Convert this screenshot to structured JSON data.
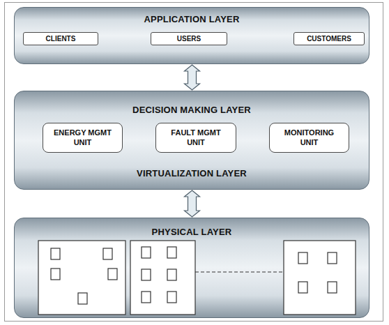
{
  "diagram": {
    "nodes": [
      {
        "text": [
          "APPLICATION LAYER"
        ]
      },
      {
        "text": [
          "CLIENTS"
        ],
        "in": 0
      },
      {
        "text": [
          "USERS"
        ],
        "in": 0
      },
      {
        "text": [
          "CUSTOMERS"
        ],
        "in": 0
      },
      {
        "text": [
          "DECISION MAKING LAYER",
          "VIRTUALIZATION LAYER"
        ]
      },
      {
        "text": [
          "ENERGY MGMT UNIT"
        ],
        "in": 4
      },
      {
        "text": [
          "FAULT MGMT UNIT"
        ],
        "in": 4
      },
      {
        "text": [
          "MONITORING UNIT"
        ],
        "in": 4
      },
      {
        "text": [
          "PHYSICAL LAYER"
        ]
      }
    ],
    "edges": [
      {
        "from": 0,
        "to": 4,
        "arrow": "both"
      },
      {
        "from": 4,
        "to": 8,
        "arrow": "both"
      }
    ]
  }
}
